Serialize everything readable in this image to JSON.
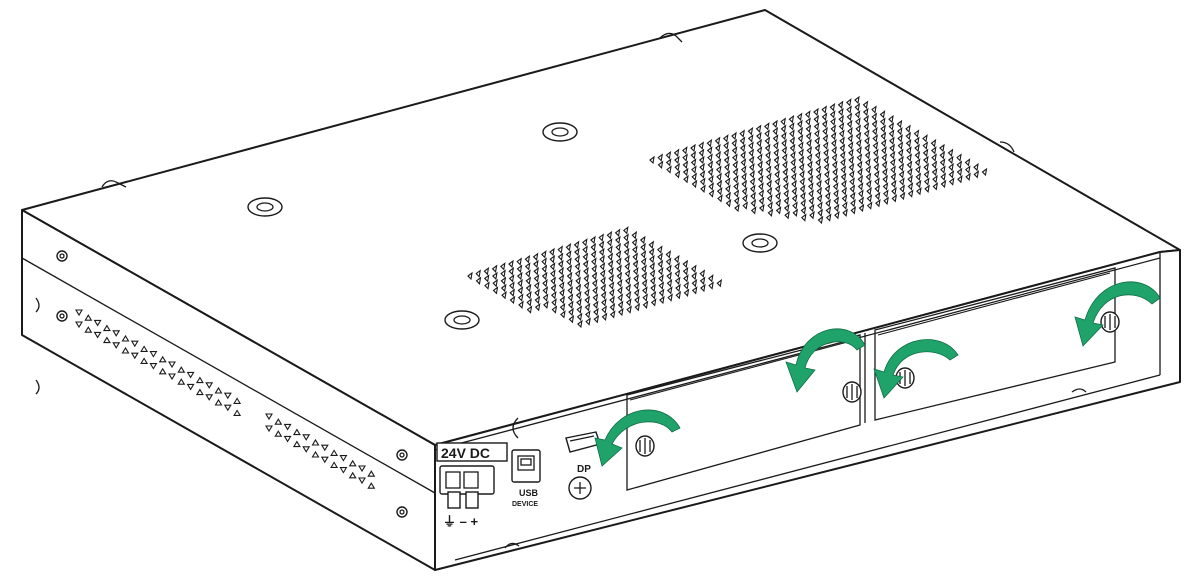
{
  "labels": {
    "power": "24V DC",
    "power_terminals": "⏚  –  +",
    "usb_line1": "USB",
    "usb_line2": "DEVICE",
    "dp": "DP"
  },
  "colors": {
    "arrow": "#1fa36b",
    "line": "#1a1a1a",
    "background": "#ffffff"
  },
  "icons": [
    "rotate-arrow-icon",
    "thumbscrew-icon",
    "ground-symbol-icon"
  ]
}
